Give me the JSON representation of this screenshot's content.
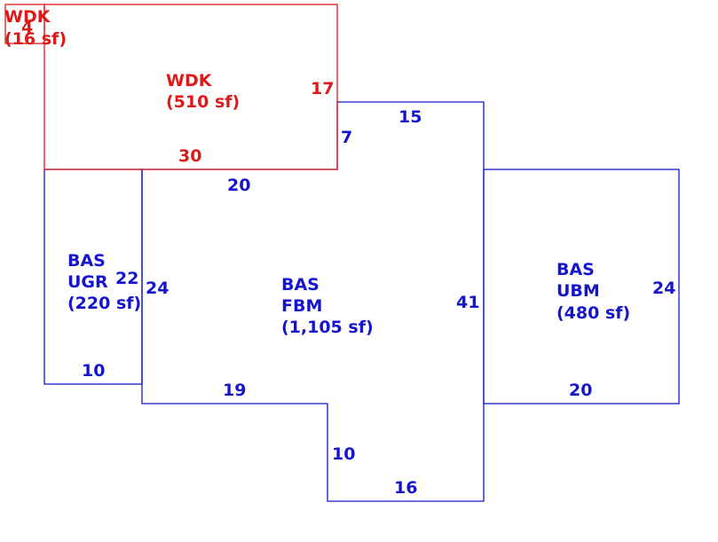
{
  "colors": {
    "bas": "#1515cc",
    "wdk": "#dd1a1a",
    "background": "#ffffff"
  },
  "areas": {
    "wdk_small": {
      "code": "WDK",
      "size": "(16 sf)"
    },
    "wdk_main": {
      "code": "WDK",
      "size": "(510 sf)"
    },
    "bas_ugr": {
      "code": "BAS",
      "sub": "UGR",
      "size": "(220 sf)"
    },
    "bas_fbm": {
      "code": "BAS",
      "sub": "FBM",
      "size": "(1,105 sf)"
    },
    "bas_ubm": {
      "code": "BAS",
      "sub": "UBM",
      "size": "(480 sf)"
    }
  },
  "dimensions": {
    "wdk_small_side": "4",
    "wdk_main_top_right": "17",
    "wdk_main_bottom": "30",
    "fbm_step": "7",
    "fbm_top": "15",
    "fbm_upper_left": "20",
    "ugr_height_outer": "22",
    "ugr_height_inner": "24",
    "fbm_right": "41",
    "ubm_right": "24",
    "ugr_bottom": "10",
    "fbm_bottom_left": "19",
    "ubm_bottom": "20",
    "fbm_notch_side": "10",
    "fbm_bottom": "16"
  }
}
